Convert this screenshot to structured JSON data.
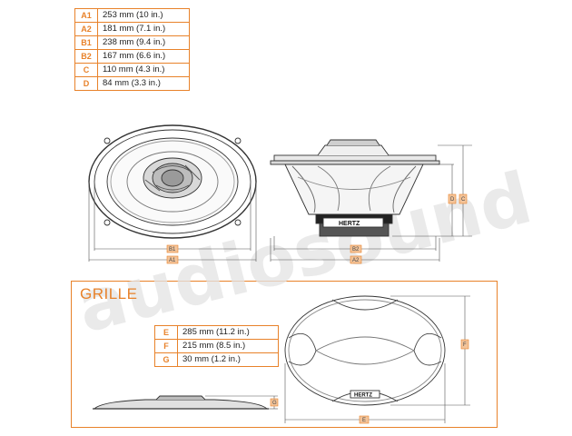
{
  "speaker_dimensions": [
    {
      "code": "A1",
      "value": "253 mm (10 in.)"
    },
    {
      "code": "A2",
      "value": "181 mm (7.1 in.)"
    },
    {
      "code": "B1",
      "value": "238 mm (9.4 in.)"
    },
    {
      "code": "B2",
      "value": "167 mm (6.6 in.)"
    },
    {
      "code": "C",
      "value": "110 mm (4.3 in.)"
    },
    {
      "code": "D",
      "value": "84 mm (3.3 in.)"
    }
  ],
  "grille": {
    "title": "GRILLE",
    "dimensions": [
      {
        "code": "E",
        "value": "285 mm (11.2 in.)"
      },
      {
        "code": "F",
        "value": "215 mm (8.5 in.)"
      },
      {
        "code": "G",
        "value": "30 mm (1.2 in.)"
      }
    ]
  },
  "drawing_labels": {
    "front_b1": "B1",
    "front_a1": "A1",
    "side_b2": "B2",
    "side_a2": "A2",
    "side_d": "D",
    "side_c": "C",
    "grille_e": "E",
    "grille_f": "F",
    "grille_g": "G",
    "brand_logo": "HERTZ",
    "grille_logo": "HERTZ"
  },
  "watermark": "audiosound",
  "colors": {
    "accent": "#e8822a",
    "line": "#333333",
    "watermark": "#e4e4e4"
  }
}
